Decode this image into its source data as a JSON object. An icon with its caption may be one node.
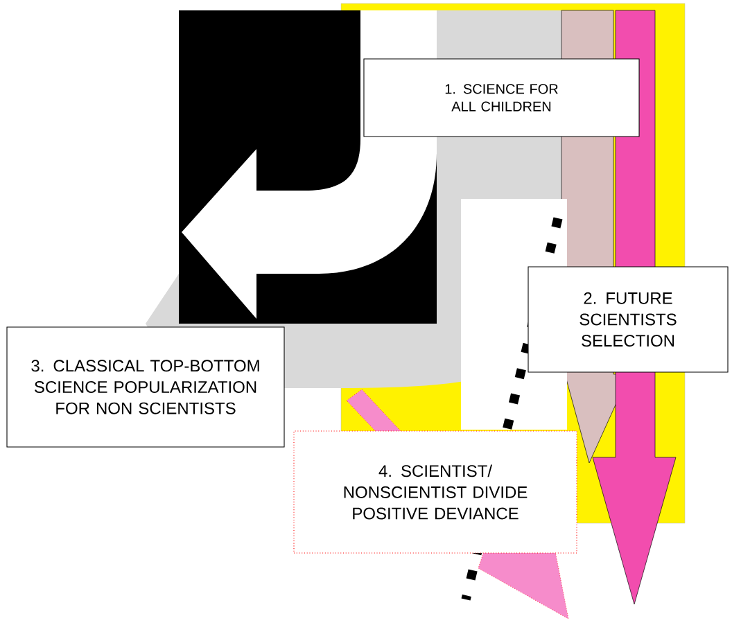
{
  "diagram": {
    "nodes": [
      {
        "text": [
          "1. SCIENCE FOR ALL CHILDREN"
        ]
      },
      {
        "text": [
          "2. FUTURE SCIENTISTS SELECTION"
        ]
      },
      {
        "text": [
          "3. CLASSICAL TOP-BOTTOM SCIENCE POPULARIZATION FOR NON SCIENTISTS"
        ]
      },
      {
        "text": [
          "4. SCIENTIST/ NONSCIENTIST DIVIDE POSITIVE DEVIANCE"
        ]
      }
    ]
  }
}
